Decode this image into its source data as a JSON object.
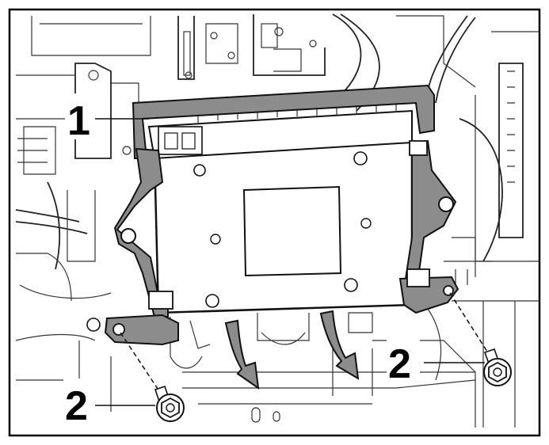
{
  "diagram": {
    "callouts": [
      {
        "id": "bracket",
        "label": "1"
      },
      {
        "id": "bolt-left",
        "label": "2"
      },
      {
        "id": "bolt-right",
        "label": "2"
      }
    ],
    "colors": {
      "bracket_fill": "#8c8c8c",
      "line": "#111111",
      "background": "#ffffff"
    },
    "icons": [
      "bolt-icon",
      "arrow-down-icon"
    ]
  }
}
